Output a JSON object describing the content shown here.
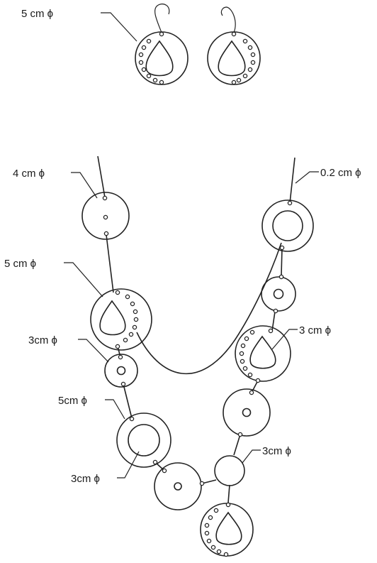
{
  "labels": {
    "earring_size": "5 cm ϕ",
    "bead_top_left": "4 cm ϕ",
    "cord_thickness": "0.2 cm ϕ",
    "bead_large_left": "5 cm ϕ",
    "bead_small_left": "3cm ϕ",
    "bead_teardrop_right": "3 cm ϕ",
    "bead_ring_left": "5cm ϕ",
    "bead_inner_ring": "3cm ϕ",
    "bead_small_bottom": "3cm ϕ"
  },
  "colors": {
    "line": "#222222",
    "background": "#ffffff"
  }
}
